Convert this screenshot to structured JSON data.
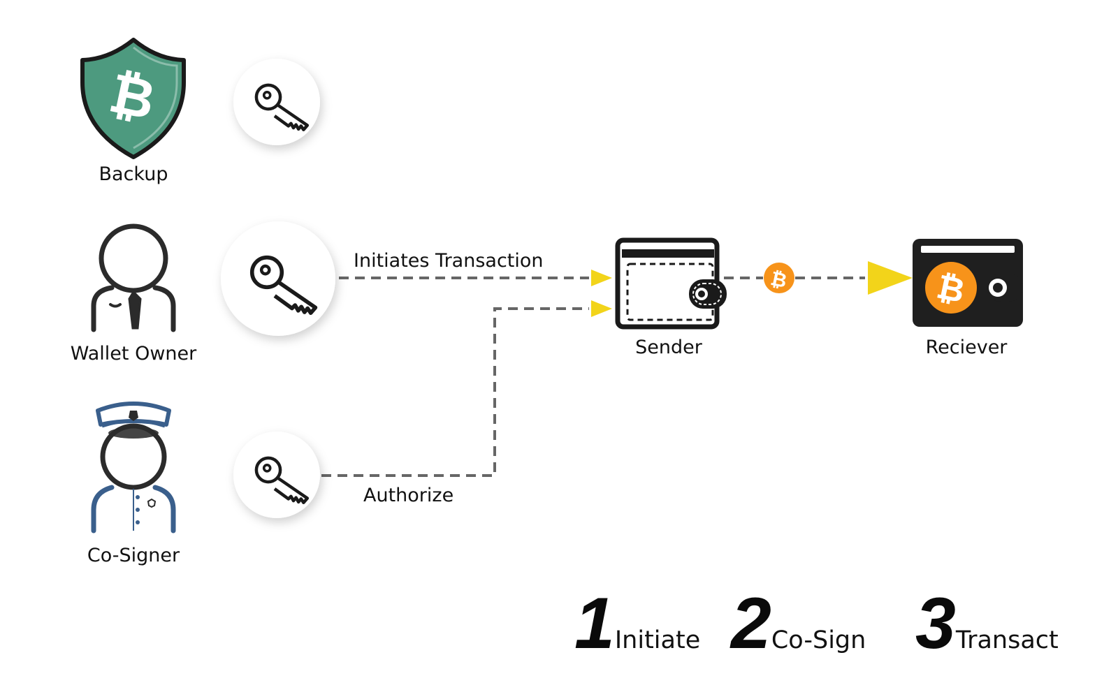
{
  "labels": {
    "backup": "Backup",
    "wallet_owner": "Wallet Owner",
    "co_signer": "Co-Signer",
    "sender": "Sender",
    "receiver": "Reciever",
    "initiates_transaction": "Initiates Transaction",
    "authorize": "Authorize"
  },
  "steps": [
    {
      "number": "1",
      "label": "Initiate"
    },
    {
      "number": "2",
      "label": "Co-Sign"
    },
    {
      "number": "3",
      "label": "Transact"
    }
  ],
  "icons": {
    "backup": "shield-bitcoin-icon",
    "wallet_owner": "person-icon",
    "co_signer": "police-officer-icon",
    "key": "key-icon",
    "sender": "wallet-icon",
    "receiver": "bitcoin-wallet-icon",
    "coin": "bitcoin-coin-icon"
  },
  "colors": {
    "shield": "#4d9a7f",
    "bitcoin_orange": "#f7931a",
    "arrow_yellow": "#f2d41a",
    "officer_blue": "#3a5f8c",
    "dash": "#666666"
  }
}
